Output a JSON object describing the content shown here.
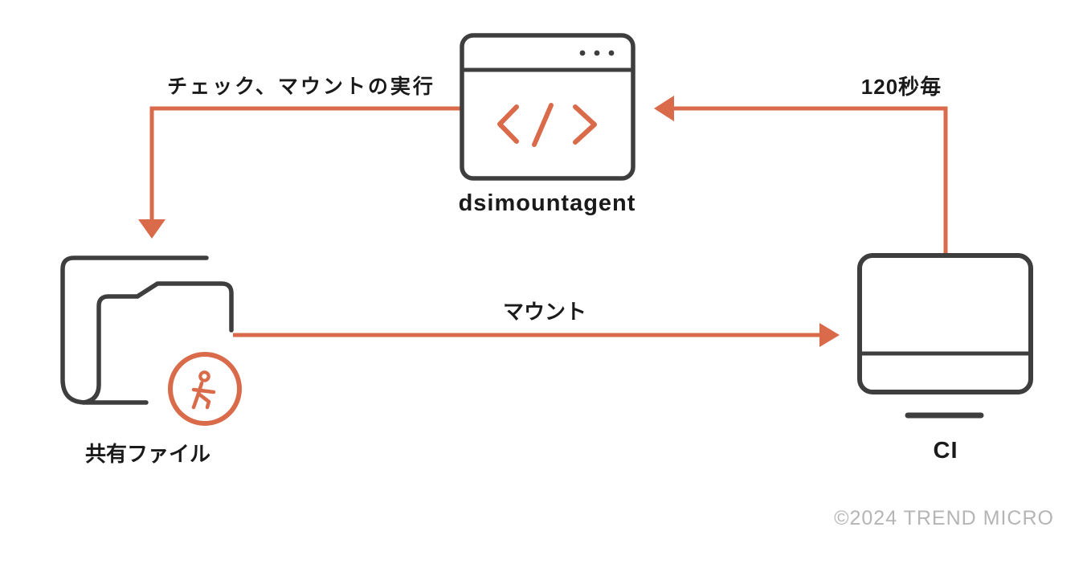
{
  "diagram": {
    "title": "dsimountagent mount flow",
    "nodes": [
      {
        "id": "dsimountagent",
        "label": "dsimountagent",
        "icon": "code-window-icon"
      },
      {
        "id": "shared_file",
        "label": "共有ファイル",
        "icon": "shared-file-folder-icon"
      },
      {
        "id": "ci",
        "label": "CI",
        "icon": "ci-monitor-icon"
      }
    ],
    "edges": [
      {
        "from": "dsimountagent",
        "to": "shared_file",
        "label": "チェック、マウントの実行"
      },
      {
        "from": "ci",
        "to": "dsimountagent",
        "label": "120秒毎"
      },
      {
        "from": "shared_file",
        "to": "ci",
        "label": "マウント"
      }
    ]
  },
  "footer": {
    "copyright": "©2024 TREND MICRO"
  },
  "colors": {
    "accent_orange": "#D96A4A",
    "icon_dark": "#3E3E3E",
    "label_text": "#1A1A1A",
    "copyright_gray": "#B5B5B5",
    "background": "#FFFFFF"
  }
}
